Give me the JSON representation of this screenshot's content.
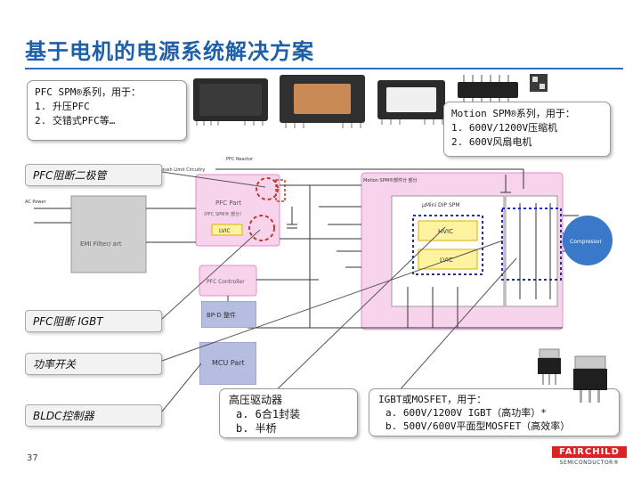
{
  "title": "基于电机的电源系统解决方案",
  "pfc_callout": {
    "heading": "PFC SPM®系列，用于：",
    "items": [
      "1.  升压PFC",
      "2.  交错式PFC等…"
    ]
  },
  "motion_callout": {
    "heading": "Motion SPM®系列，用于：",
    "items": [
      "1.  600V/1200V压缩机",
      "2.  600V风扇电机"
    ]
  },
  "driver_callout": {
    "heading": "高压驱动器",
    "items": [
      "a. 6合1封装",
      "b. 半桥"
    ]
  },
  "igbt_callout": {
    "heading": "IGBT或MOSFET，用于：",
    "items": [
      "a. 600V/1200V  IGBT（高功率）*",
      "b. 500V/600V平面型MOSFET（高效率）"
    ]
  },
  "labels": {
    "pfc_diode": "PFC阻断二极管",
    "pfc_igbt": "PFC阻断 IGBT",
    "power_switch": "功率开关",
    "bldc": "BLDC控制器"
  },
  "diagram": {
    "pfc_reactor": "PFC Reactor",
    "inrush": "Inrush Limit Circuitry",
    "ac_power": "AC Power",
    "emi_filter": "EMI Filter/ art",
    "pfc_part": "PFC Part",
    "pfc_spm_part": "（PFC SPM® 部分）",
    "lvic": "LVIC",
    "pfc_controller": "PFC Controller",
    "motion_spm_part": "Motion SPM®部件分 部分",
    "mini_dip": "μMini DIP SPM",
    "hvic": "HVIC",
    "lvic2": "LVIC",
    "compressor": "Compressor",
    "mcu_part": "MCU Part",
    "bp_block": "BP-D 整件",
    "colors": {
      "pink_fill": "#f7d4ec",
      "pink_border": "#e08ccc",
      "yellow": "#fff3a0",
      "blue_dot": "#1e2fa8",
      "red_dot": "#c0392b",
      "compressor": "#3a78c9",
      "mcu": "#b7bde0"
    }
  },
  "page_number": "37",
  "logo": {
    "word": "FAIRCHILD",
    "sub": "SEMICONDUCTOR®"
  }
}
